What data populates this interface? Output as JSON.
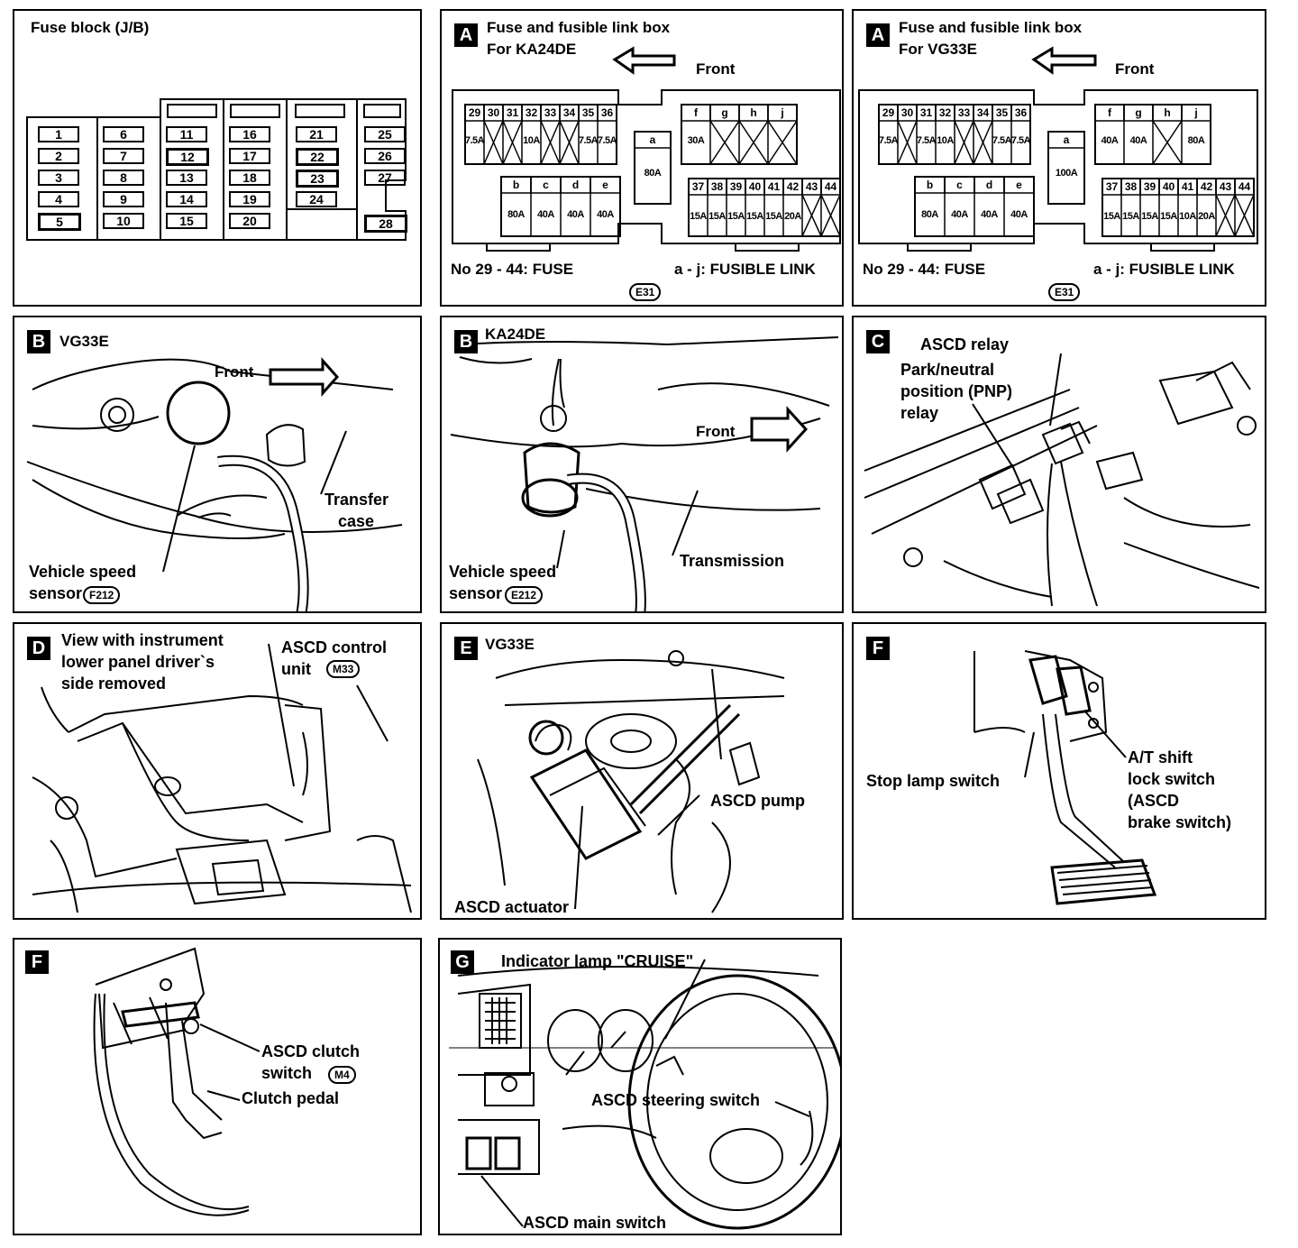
{
  "fuse_block": {
    "title": "Fuse block (J/B)",
    "fuses": [
      "1",
      "2",
      "3",
      "4",
      "5",
      "6",
      "7",
      "8",
      "9",
      "10",
      "11",
      "12",
      "13",
      "14",
      "15",
      "16",
      "17",
      "18",
      "19",
      "20",
      "21",
      "22",
      "23",
      "24",
      "25",
      "26",
      "27",
      "28"
    ]
  },
  "panel_a1": {
    "tag": "A",
    "title_line1": "Fuse and fusible link box",
    "title_line2": "For KA24DE",
    "front": "Front",
    "fuse_nums": [
      "29",
      "30",
      "31",
      "32",
      "33",
      "34",
      "35",
      "36"
    ],
    "fuse_amps": [
      "7.5A",
      "",
      "",
      "10A",
      "",
      "",
      "7.5A",
      "7.5A"
    ],
    "link_fghj": [
      "f",
      "g",
      "h",
      "j"
    ],
    "link_fghj_amps": [
      "30A",
      "",
      "",
      ""
    ],
    "link_a": "a",
    "link_a_amp": "80A",
    "link_bcde": [
      "b",
      "c",
      "d",
      "e"
    ],
    "link_bcde_amps": [
      "80A",
      "40A",
      "40A",
      "40A"
    ],
    "fuse_nums2": [
      "37",
      "38",
      "39",
      "40",
      "41",
      "42",
      "43",
      "44"
    ],
    "fuse_amps2": [
      "15A",
      "15A",
      "15A",
      "15A",
      "15A",
      "20A",
      "",
      ""
    ],
    "legend_fuse": "No 29 - 44:  FUSE",
    "legend_link": "a - j:  FUSIBLE LINK",
    "connector": "E31"
  },
  "panel_a2": {
    "tag": "A",
    "title_line1": "Fuse and fusible link box",
    "title_line2": "For VG33E",
    "front": "Front",
    "fuse_nums": [
      "29",
      "30",
      "31",
      "32",
      "33",
      "34",
      "35",
      "36"
    ],
    "fuse_amps": [
      "7.5A",
      "",
      "7.5A",
      "10A",
      "",
      "",
      "7.5A",
      "7.5A"
    ],
    "link_fghj": [
      "f",
      "g",
      "h",
      "j"
    ],
    "link_fghj_amps": [
      "40A",
      "40A",
      "",
      "80A"
    ],
    "link_a": "a",
    "link_a_amp": "100A",
    "link_bcde": [
      "b",
      "c",
      "d",
      "e"
    ],
    "link_bcde_amps": [
      "80A",
      "40A",
      "40A",
      "40A"
    ],
    "fuse_nums2": [
      "37",
      "38",
      "39",
      "40",
      "41",
      "42",
      "43",
      "44"
    ],
    "fuse_amps2": [
      "15A",
      "15A",
      "15A",
      "15A",
      "10A",
      "20A",
      "",
      ""
    ],
    "legend_fuse": "No 29 - 44:  FUSE",
    "legend_link": "a - j:  FUSIBLE LINK",
    "connector": "E31"
  },
  "panel_b1": {
    "tag": "B",
    "title": "VG33E",
    "front": "Front",
    "label_transfer": "Transfer\n   case",
    "label_sensor": "Vehicle speed\nsensor",
    "connector": "F212"
  },
  "panel_b2": {
    "tag": "B",
    "title": "KA24DE",
    "front": "Front",
    "label_trans": "Transmission",
    "label_sensor": "Vehicle speed\nsensor",
    "connector": "E212"
  },
  "panel_c": {
    "tag": "C",
    "label_relay": "ASCD relay",
    "label_pnp": "Park/neutral\nposition (PNP)\nrelay"
  },
  "panel_d": {
    "tag": "D",
    "label_view": "View with instrument\nlower panel driver`s\nside removed",
    "label_unit": "ASCD control\nunit",
    "connector": "M33"
  },
  "panel_e": {
    "tag": "E",
    "title": "VG33E",
    "label_pump": "ASCD pump",
    "label_actuator": "ASCD actuator"
  },
  "panel_f1": {
    "tag": "F",
    "label_stop": "Stop lamp switch",
    "label_at": "A/T shift\nlock switch\n(ASCD\nbrake switch)"
  },
  "panel_f2": {
    "tag": "F",
    "label_clutch_sw": "ASCD clutch\nswitch",
    "connector": "M4",
    "label_pedal": "Clutch pedal"
  },
  "panel_g": {
    "tag": "G",
    "label_lamp": "Indicator lamp \"CRUISE\"",
    "label_steering": "ASCD steering switch",
    "label_main": "ASCD main switch"
  }
}
